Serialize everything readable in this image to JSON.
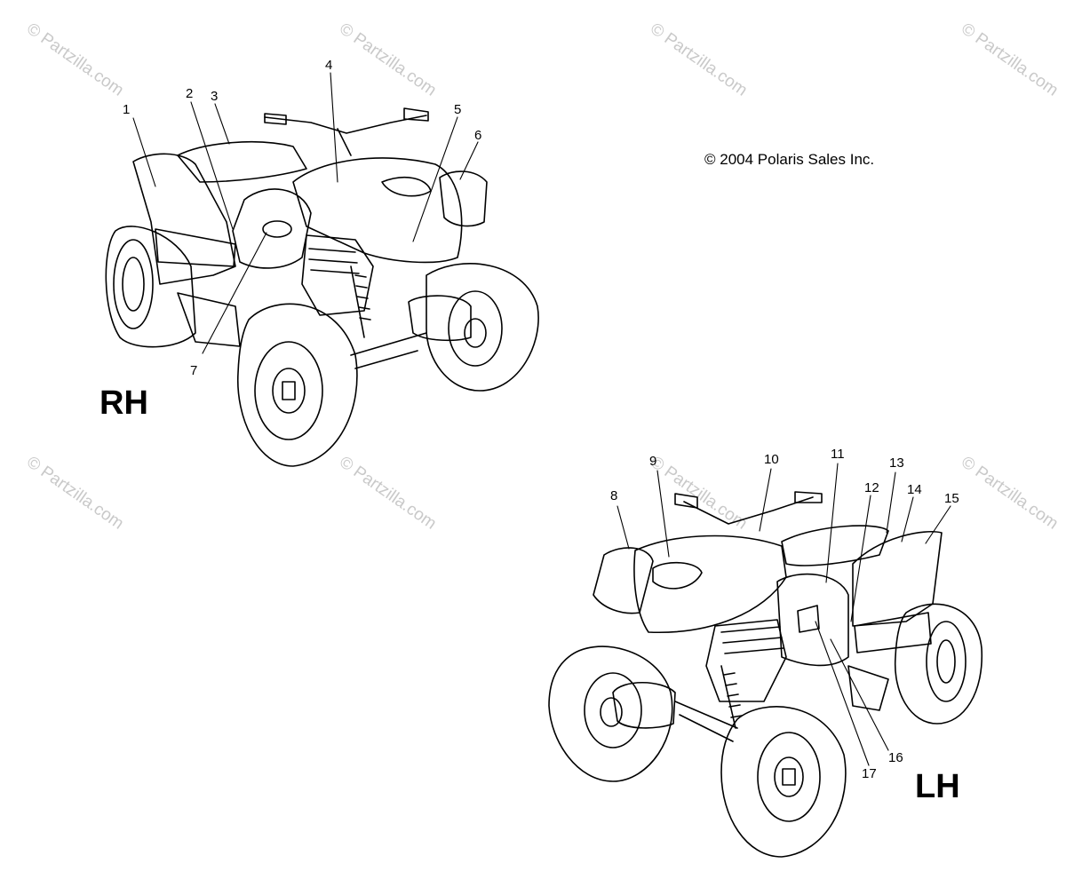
{
  "copyright": "© 2004 Polaris Sales Inc.",
  "watermark": "© Partzilla.com",
  "views": {
    "rh": {
      "label": "RH"
    },
    "lh": {
      "label": "LH"
    }
  },
  "callouts": {
    "c1": "1",
    "c2": "2",
    "c3": "3",
    "c4": "4",
    "c5": "5",
    "c6": "6",
    "c7": "7",
    "c8": "8",
    "c9": "9",
    "c10": "10",
    "c11": "11",
    "c12": "12",
    "c13": "13",
    "c14": "14",
    "c15": "15",
    "c16": "16",
    "c17": "17"
  },
  "colors": {
    "line": "#000000",
    "watermark": "#c9c9c9",
    "background": "#ffffff"
  }
}
